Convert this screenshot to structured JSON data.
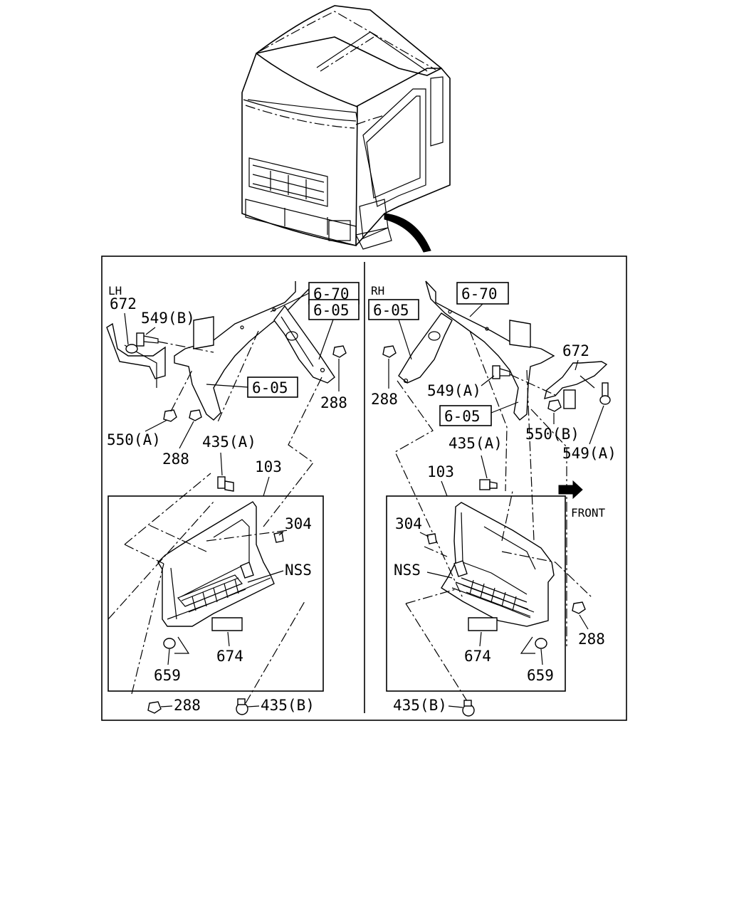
{
  "diagram": {
    "sides": {
      "left": "LH",
      "right": "RH"
    },
    "direction_label": "FRONT",
    "lh_labels": {
      "ref_670": "6-70",
      "ref_605_upper": "6-05",
      "ref_605_lower": "6-05",
      "p672": "672",
      "p549b": "549(B)",
      "p550a": "550(A)",
      "p288_a": "288",
      "p288_b": "288",
      "p288_c": "288",
      "p435a": "435(A)",
      "p103": "103",
      "p304": "304",
      "pnss": "NSS",
      "p674": "674",
      "p659": "659",
      "p435b": "435(B)"
    },
    "rh_labels": {
      "ref_670": "6-70",
      "ref_605_upper": "6-05",
      "ref_605_lower": "6-05",
      "p672": "672",
      "p549a_upper": "549(A)",
      "p550b": "550(B)",
      "p549a_lower": "549(A)",
      "p288_a": "288",
      "p288_b": "288",
      "p435a": "435(A)",
      "p103": "103",
      "p304": "304",
      "pnss": "NSS",
      "p674": "674",
      "p659": "659",
      "p435b": "435(B)"
    }
  }
}
